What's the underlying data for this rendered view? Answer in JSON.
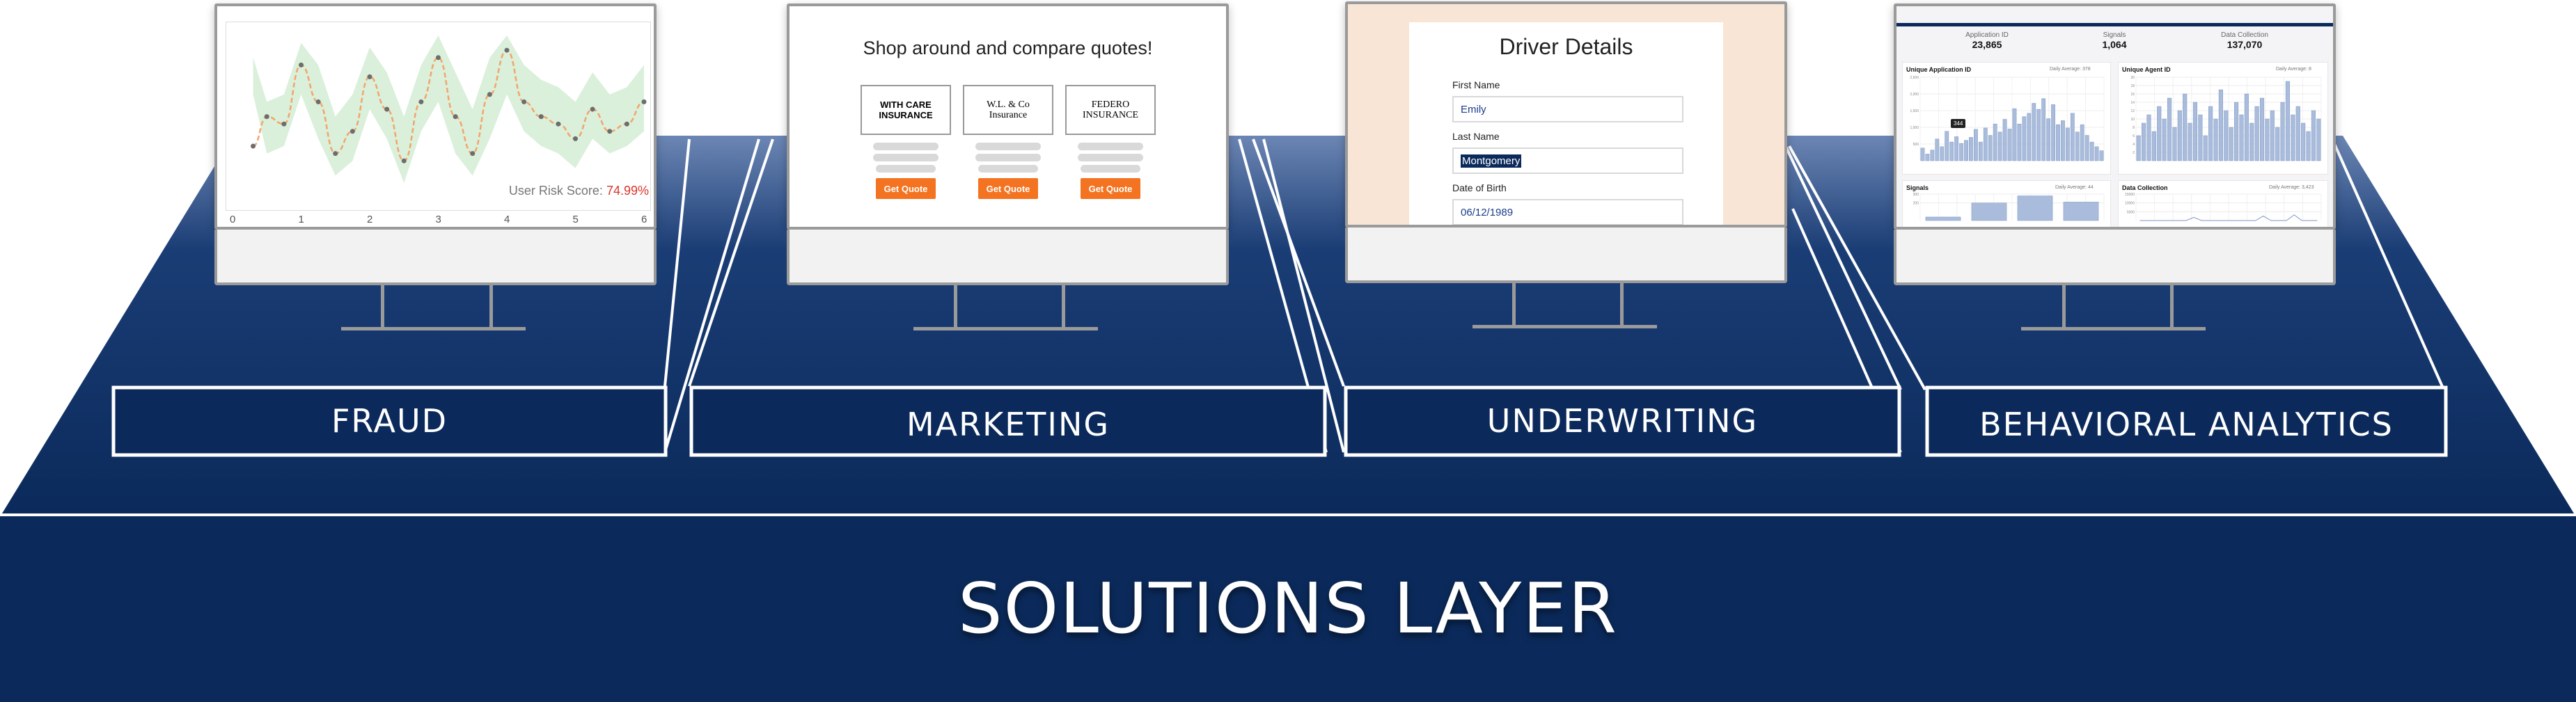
{
  "layers": {
    "base_label": "SOLUTIONS LAYER",
    "fraud_label": "FRAUD",
    "marketing_label": "MARKETING",
    "underwriting_label": "UNDERWRITING",
    "behavioral_label": "BEHAVIORAL ANALYTICS"
  },
  "colors": {
    "navy": "#0b2a5b",
    "navy_light": "#6c86b4",
    "orange": "#f47321",
    "risk_red": "#d9362b",
    "band_green": "#cdebcf",
    "line_orange": "#f4a46a",
    "bar_blue": "#a9bcdc",
    "peach": "#f9e5d6"
  },
  "fraud": {
    "risk_label": "User Risk Score: ",
    "risk_value": "74.99%",
    "x_ticks": [
      "0",
      "1",
      "2",
      "3",
      "4",
      "5",
      "6"
    ]
  },
  "marketing": {
    "heading": "Shop around and compare quotes!",
    "cards": [
      {
        "name": "WITH CARE INSURANCE",
        "button": "Get Quote"
      },
      {
        "name": "W.L. & Co Insurance",
        "button": "Get Quote"
      },
      {
        "name": "FEDERO INSURANCE",
        "button": "Get Quote"
      }
    ]
  },
  "underwriting": {
    "heading": "Driver Details",
    "first_name_label": "First Name",
    "first_name_value": "Emily",
    "last_name_label": "Last Name",
    "last_name_value": "Montgomery",
    "dob_label": "Date of Birth",
    "dob_value": "06/12/1989"
  },
  "analytics": {
    "stats": [
      {
        "label": "Application ID",
        "value": "23,865"
      },
      {
        "label": "Signals",
        "value": "1,064"
      },
      {
        "label": "Data Collection",
        "value": "137,070"
      }
    ],
    "panels": [
      {
        "title": "Unique Application ID",
        "side": "Daily Average: 378",
        "y_ticks": [
          "2,500",
          "2,000",
          "1,500",
          "1,000",
          "500"
        ]
      },
      {
        "title": "Unique Agent ID",
        "side": "Daily Average: 8",
        "y_ticks": [
          "20",
          "18",
          "16",
          "14",
          "12",
          "10",
          "8",
          "6",
          "4",
          "2"
        ]
      },
      {
        "title": "Signals",
        "side": "Daily Average: 44",
        "y_ticks": [
          "300",
          "200"
        ]
      },
      {
        "title": "Data Collection",
        "side": "Daily Average: 3,423",
        "y_ticks": [
          "15000",
          "10000",
          "5000"
        ]
      }
    ],
    "tooltip": "344"
  },
  "chart_data": [
    {
      "type": "line",
      "x": [
        0.3,
        0.5,
        0.75,
        1.0,
        1.25,
        1.5,
        1.75,
        2.0,
        2.25,
        2.5,
        2.75,
        3.0,
        3.25,
        3.5,
        3.75,
        4.0,
        4.25,
        4.5,
        4.75,
        5.0,
        5.25,
        5.5,
        5.75,
        6.0
      ],
      "values": [
        0.25,
        0.45,
        0.4,
        0.8,
        0.55,
        0.2,
        0.35,
        0.72,
        0.5,
        0.15,
        0.55,
        0.85,
        0.45,
        0.2,
        0.6,
        0.9,
        0.55,
        0.45,
        0.4,
        0.3,
        0.5,
        0.35,
        0.4,
        0.55
      ],
      "band_low": [
        0.6,
        0.2,
        0.25,
        0.6,
        0.3,
        0.05,
        0.15,
        0.5,
        0.3,
        0.0,
        0.35,
        0.55,
        0.2,
        0.05,
        0.3,
        0.6,
        0.35,
        0.25,
        0.2,
        0.1,
        0.3,
        0.2,
        0.25,
        0.35
      ],
      "band_high": [
        0.85,
        0.55,
        0.6,
        0.95,
        0.8,
        0.45,
        0.6,
        0.92,
        0.75,
        0.45,
        0.8,
        1.0,
        0.75,
        0.5,
        0.85,
        1.0,
        0.8,
        0.7,
        0.65,
        0.55,
        0.75,
        0.6,
        0.65,
        0.8
      ],
      "xlim": [
        0,
        6
      ],
      "ylim": [
        0,
        1
      ]
    },
    {
      "type": "bar",
      "title": "Unique Application ID",
      "values": [
        380,
        200,
        320,
        650,
        420,
        880,
        560,
        720,
        520,
        610,
        700,
        940,
        560,
        980,
        760,
        1100,
        860,
        1240,
        950,
        1560,
        1100,
        1320,
        1420,
        1720,
        1540,
        1860,
        1260,
        1680,
        1080,
        1200,
        980,
        1420,
        860,
        1080,
        760,
        560,
        420,
        300
      ],
      "ylim": [
        0,
        2500
      ]
    },
    {
      "type": "bar",
      "title": "Unique Agent ID",
      "values": [
        6,
        9,
        11,
        7,
        13,
        10,
        15,
        8,
        12,
        16,
        9,
        14,
        11,
        6,
        13,
        10,
        17,
        12,
        8,
        14,
        11,
        16,
        9,
        13,
        15,
        10,
        12,
        8,
        14,
        19,
        11,
        13,
        9,
        7,
        12,
        10
      ],
      "ylim": [
        0,
        20
      ]
    },
    {
      "type": "bar",
      "title": "Signals",
      "values": [
        40,
        200,
        280,
        210
      ],
      "ylim": [
        0,
        300
      ]
    },
    {
      "type": "line",
      "title": "Data Collection",
      "values": [
        0,
        0,
        0,
        0,
        0,
        0,
        0,
        1800,
        0,
        0,
        0,
        0,
        0,
        0,
        0,
        0,
        2600,
        0,
        0,
        0,
        3200,
        0,
        0,
        0
      ],
      "ylim": [
        0,
        15000
      ]
    }
  ]
}
